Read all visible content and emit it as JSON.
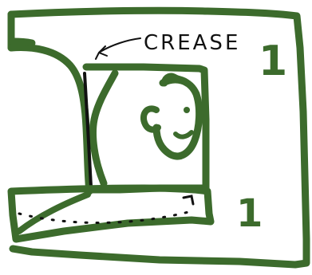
{
  "drawing": {
    "crease_label": "CREASE",
    "page_number_top": "1",
    "page_number_bottom": "1"
  },
  "colors": {
    "ink_green": "#3c6b2c",
    "ink_black": "#111111",
    "background": "#ffffff"
  },
  "icons": {
    "face": "smiling-face-icon",
    "arrow": "arrow-icon"
  }
}
